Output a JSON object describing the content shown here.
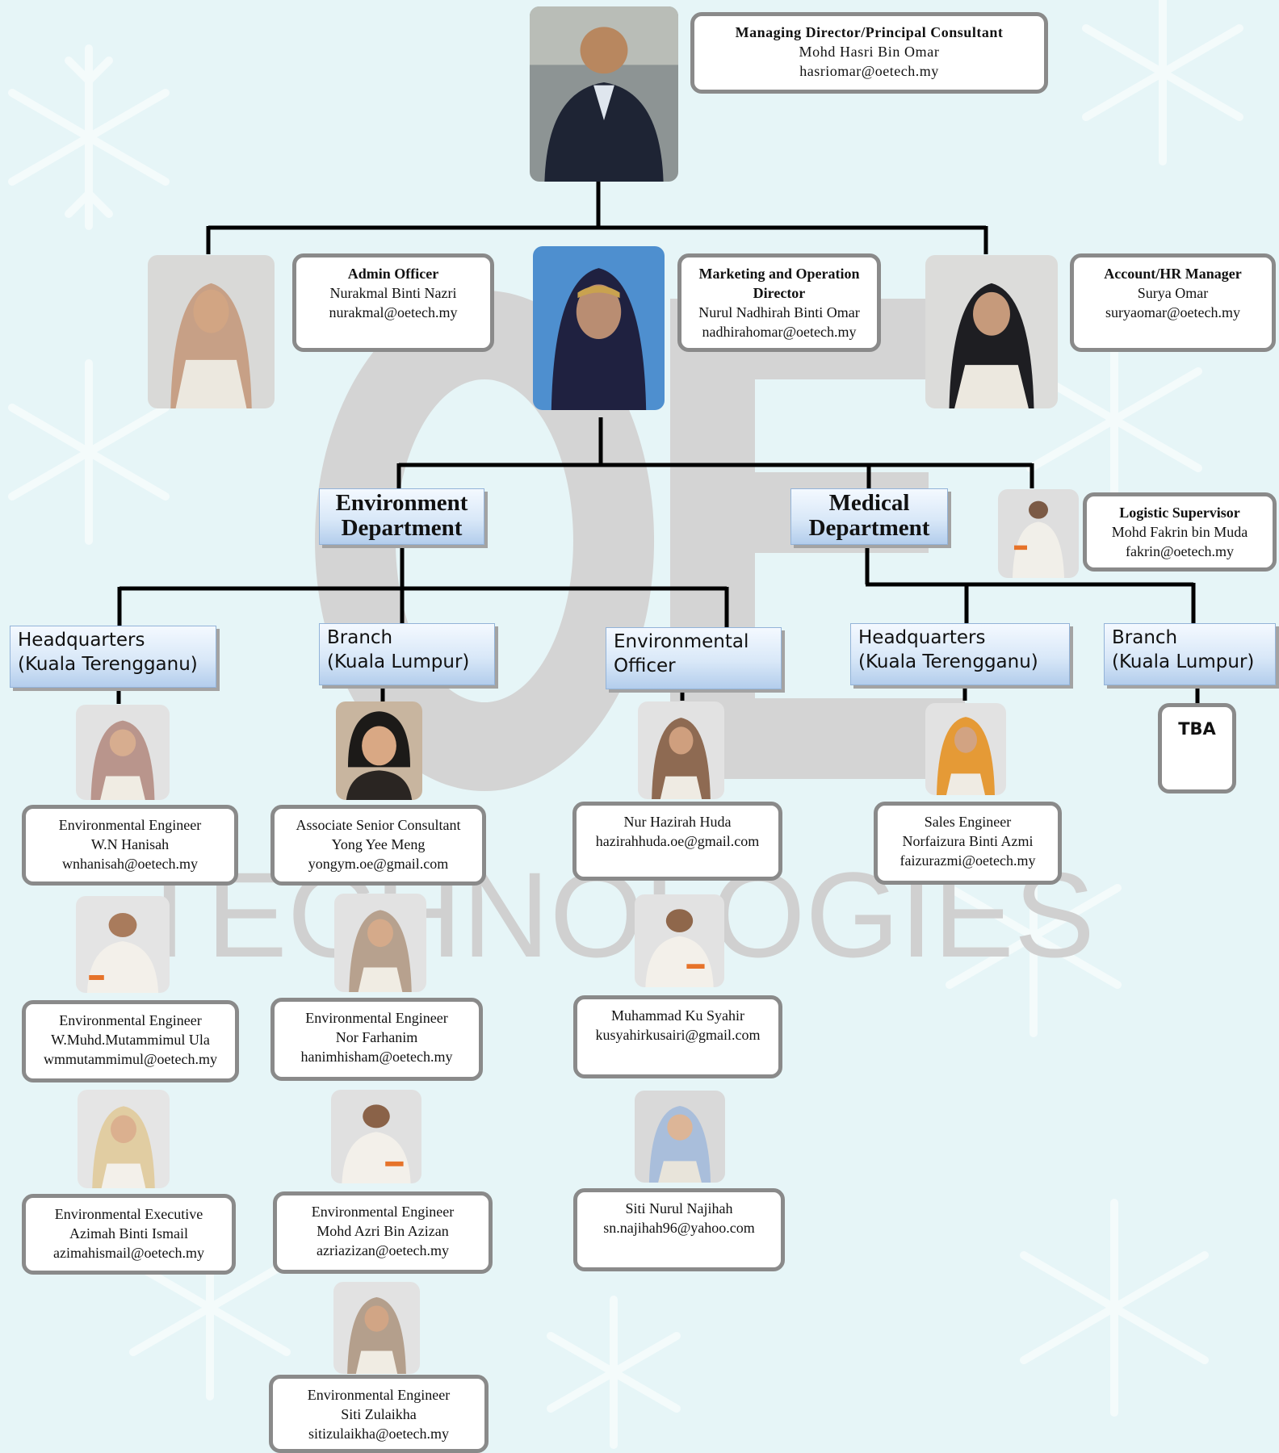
{
  "watermark": {
    "letters": "OE",
    "text": "TECHNOLOGIES"
  },
  "md": {
    "role": "Managing Director/Principal  Consultant",
    "name": "Mohd Hasri Bin Omar",
    "email": "hasriomar@oetech.my"
  },
  "admin": {
    "role": "Admin Officer",
    "name": "Nurakmal Binti Nazri",
    "email": "nurakmal@oetech.my"
  },
  "mod": {
    "role1": "Marketing and Operation",
    "role2": "Director",
    "name": "Nurul Nadhirah Binti Omar",
    "email": "nadhirahomar@oetech.my"
  },
  "hr": {
    "role": "Account/HR Manager",
    "name": "Surya Omar",
    "email": "suryaomar@oetech.my"
  },
  "logistic": {
    "role": "Logistic Supervisor",
    "name": "Mohd Fakrin bin Muda",
    "email": "fakrin@oetech.my"
  },
  "departments": {
    "env": {
      "line1": "Environment",
      "line2": "Department"
    },
    "med": {
      "line1": "Medical",
      "line2": "Department"
    }
  },
  "branches": {
    "env_hq": {
      "line1": "Headquarters",
      "line2": "(Kuala Terengganu)"
    },
    "env_kl": {
      "line1": "Branch",
      "line2": "(Kuala Lumpur)"
    },
    "env_officer": {
      "line1": "Environmental",
      "line2": "Officer"
    },
    "med_hq": {
      "line1": "Headquarters",
      "line2": "(Kuala Terengganu)"
    },
    "med_kl": {
      "line1": "Branch",
      "line2": "(Kuala Lumpur)"
    }
  },
  "tba": "TBA",
  "staff": {
    "hanisah": {
      "role": "Environmental Engineer",
      "name": "W.N Hanisah",
      "email": "wnhanisah@oetech.my"
    },
    "mutammimul": {
      "role": "Environmental Engineer",
      "name": "W.Muhd.Mutammimul Ula",
      "email": "wmmutammimul@oetech.my"
    },
    "azimah": {
      "role": "Environmental Executive",
      "name": "Azimah Binti Ismail",
      "email": "azimahismail@oetech.my"
    },
    "yong": {
      "role": "Associate Senior Consultant",
      "name": "Yong Yee Meng",
      "email": "yongym.oe@gmail.com"
    },
    "farhanim": {
      "role": "Environmental Engineer",
      "name": "Nor Farhanim",
      "email": "hanimhisham@oetech.my"
    },
    "azri": {
      "role": "Environmental Engineer",
      "name": "Mohd Azri Bin Azizan",
      "email": "azriazizan@oetech.my"
    },
    "zulaikha": {
      "role": "Environmental Engineer",
      "name": "Siti Zulaikha",
      "email": "sitizulaikha@oetech.my"
    },
    "hazirah": {
      "name": "Nur Hazirah Huda",
      "email": "hazirahhuda.oe@gmail.com"
    },
    "syahir": {
      "name": "Muhammad Ku Syahir",
      "email": "kusyahirkusairi@gmail.com"
    },
    "najihah": {
      "name": "Siti Nurul Najihah",
      "email": "sn.najihah96@yahoo.com"
    },
    "faizura": {
      "role": "Sales Engineer",
      "name": "Norfaizura Binti Azmi",
      "email": "faizurazmi@oetech.my"
    }
  }
}
